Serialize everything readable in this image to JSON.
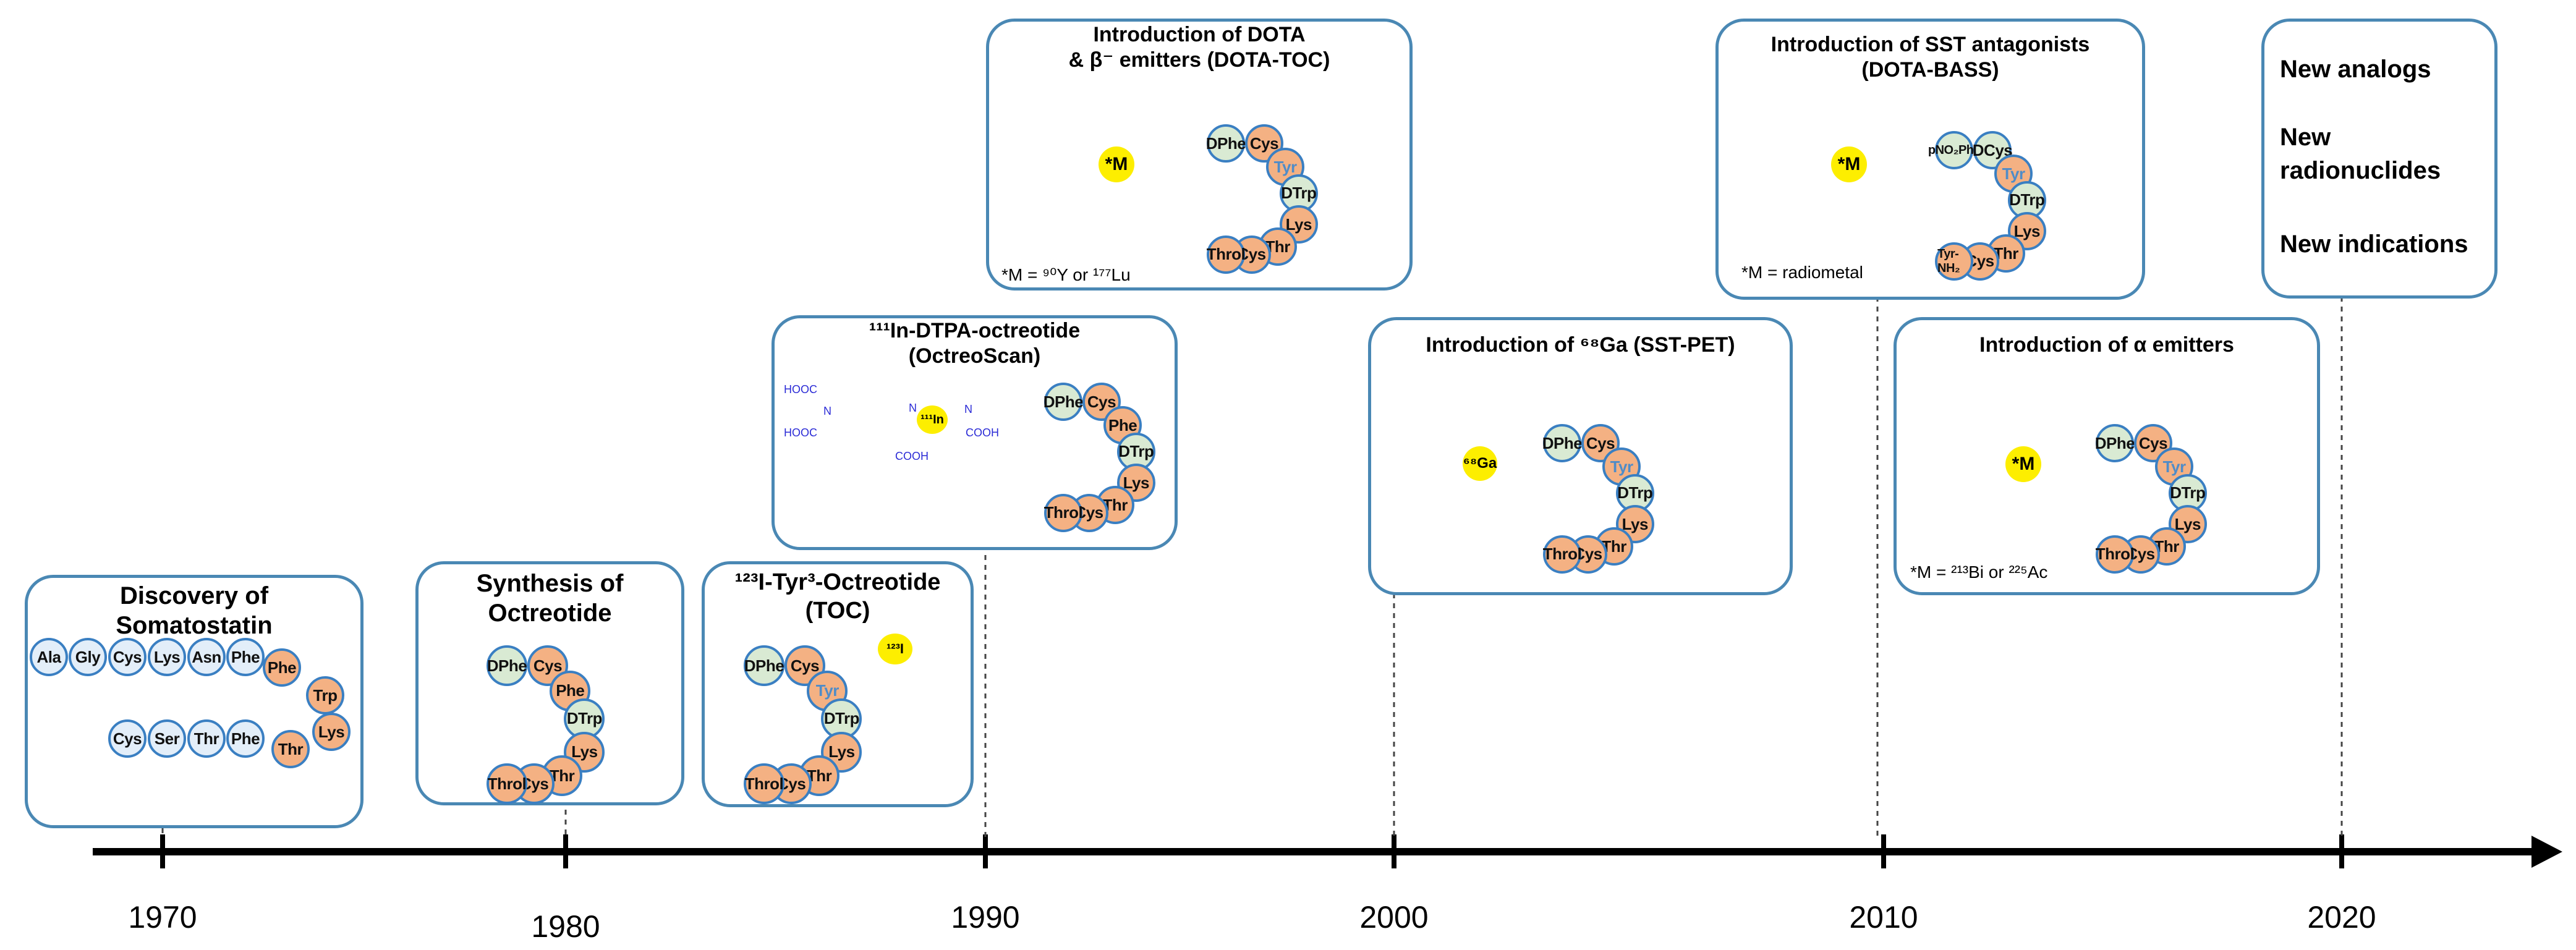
{
  "timeline": {
    "years": [
      "1970",
      "1980",
      "1990",
      "2000",
      "2010",
      "2020"
    ]
  },
  "boxes": {
    "somatostatin": {
      "title": "Discovery of\nSomatostatin",
      "top_row": [
        "Ala",
        "Gly",
        "Cys",
        "Lys",
        "Asn",
        "Phe"
      ],
      "right_col": [
        "Phe",
        "Trp",
        "Lys"
      ],
      "bottom_row": [
        "Cys",
        "Ser",
        "Thr",
        "Phe",
        "Thr"
      ]
    },
    "octreotide": {
      "title": "Synthesis of\nOctreotide",
      "residues": [
        "DPhe",
        "Cys",
        "Phe",
        "DTrp",
        "Lys",
        "Thr",
        "Cys",
        "Throl"
      ]
    },
    "toc": {
      "title": "¹²³I-Tyr³-Octreotide\n(TOC)",
      "residues": [
        "DPhe",
        "Cys",
        "Tyr",
        "DTrp",
        "Lys",
        "Thr",
        "Cys",
        "Throl"
      ],
      "label": "¹²³I"
    },
    "octreoscan": {
      "title": "¹¹¹In-DTPA-octreotide\n(OctreoScan)",
      "residues": [
        "DPhe",
        "Cys",
        "Phe",
        "DTrp",
        "Lys",
        "Thr",
        "Cys",
        "Throl"
      ],
      "metal": "¹¹¹In",
      "chem_labels": [
        "HOOC",
        "HOOC",
        "COOH",
        "COOH",
        "N",
        "N",
        "N"
      ]
    },
    "dotatoc": {
      "title": "Introduction of DOTA\n& β⁻ emitters (DOTA-TOC)",
      "residues": [
        "DPhe",
        "Cys",
        "Tyr",
        "DTrp",
        "Lys",
        "Thr",
        "Cys",
        "Throl"
      ],
      "metal": "*M",
      "note": "*M = ⁹⁰Y or ¹⁷⁷Lu"
    },
    "ga68": {
      "title": "Introduction of ⁶⁸Ga (SST-PET)",
      "residues": [
        "DPhe",
        "Cys",
        "Tyr",
        "DTrp",
        "Lys",
        "Thr",
        "Cys",
        "Throl"
      ],
      "metal": "⁶⁸Ga"
    },
    "bass": {
      "title": "Introduction of SST antagonists\n(DOTA-BASS)",
      "residues": [
        "pNO₂Phe",
        "DCys",
        "Tyr",
        "DTrp",
        "Lys",
        "Thr",
        "Cys",
        "Tyr-NH₂"
      ],
      "metal": "*M",
      "note": "*M = radiometal"
    },
    "alpha": {
      "title": "Introduction of α emitters",
      "residues": [
        "DPhe",
        "Cys",
        "Tyr",
        "DTrp",
        "Lys",
        "Thr",
        "Cys",
        "Throl"
      ],
      "metal": "*M",
      "note": "*M = ²¹³Bi or ²²⁵Ac"
    },
    "future": {
      "items": [
        "New analogs",
        "New\nradionuclides",
        "New indications"
      ]
    }
  },
  "colors": {
    "box_border": "#4a88b4",
    "residue_orange": "#f4b183",
    "residue_light": "#e3eef9",
    "residue_green": "#d9ead3",
    "metal_yellow": "#fdee00",
    "chelator_blue": "#2b2bd6",
    "tyr_text": "#4f8cc8"
  }
}
